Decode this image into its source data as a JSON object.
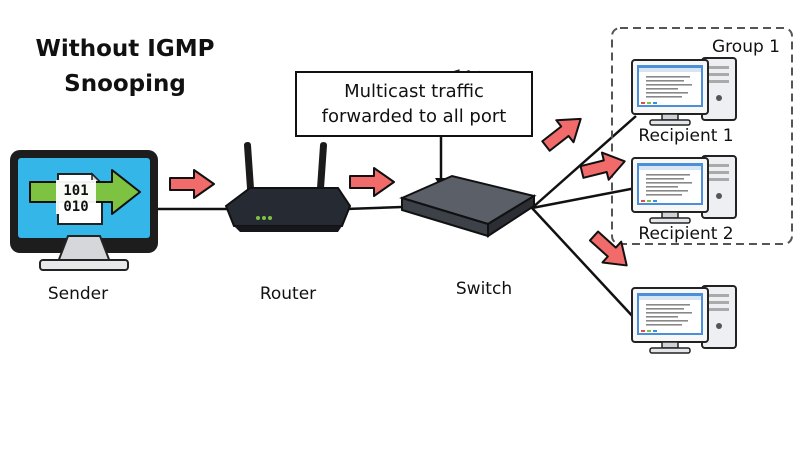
{
  "title": {
    "line1": "Without IGMP",
    "line2": "Snooping"
  },
  "callout": {
    "line1": "Multicast traffic",
    "line2": "forwarded to all port"
  },
  "group": {
    "label": "Group 1"
  },
  "devices": {
    "sender": "Sender",
    "router": "Router",
    "switch": "Switch",
    "recipient1": "Recipient 1",
    "recipient2": "Recipient 2"
  },
  "sender_screen": {
    "bits_row1": "101",
    "bits_row2": "010"
  },
  "icons": {
    "sender": "monitor-with-data-file-icon",
    "router": "wifi-router-icon",
    "switch": "network-switch-icon",
    "recipient": "desktop-computer-icon",
    "traffic": "traffic-arrow-icon"
  },
  "colors": {
    "traffic_arrow": "#f26b6b",
    "sender_screen": "#35b6e9",
    "forward_arrow": "#7ec242",
    "switch_ports": "#3a8fd6",
    "group_border": "#555555"
  }
}
